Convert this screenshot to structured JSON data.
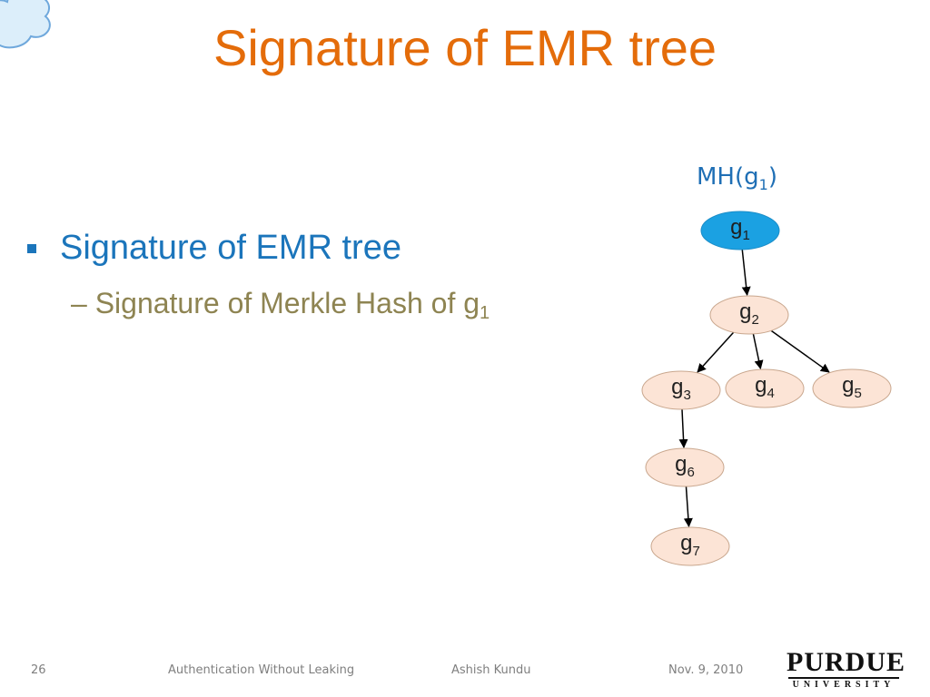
{
  "slide": {
    "title": "Signature of EMR tree",
    "bullets": [
      {
        "text": "Signature of EMR tree",
        "sub": [
          {
            "text": "– Signature of  Merkle Hash of g",
            "subscript": "1"
          }
        ]
      }
    ]
  },
  "diagram": {
    "root_label": {
      "prefix": "MH(g",
      "subscript": "1",
      "suffix": ")"
    },
    "nodes": [
      {
        "id": "g1",
        "base": "g",
        "sub": "1",
        "highlight": true
      },
      {
        "id": "g2",
        "base": "g",
        "sub": "2"
      },
      {
        "id": "g3",
        "base": "g",
        "sub": "3"
      },
      {
        "id": "g4",
        "base": "g",
        "sub": "4"
      },
      {
        "id": "g5",
        "base": "g",
        "sub": "5"
      },
      {
        "id": "g6",
        "base": "g",
        "sub": "6"
      },
      {
        "id": "g7",
        "base": "g",
        "sub": "7"
      }
    ],
    "edges": [
      [
        "g1",
        "g2"
      ],
      [
        "g2",
        "g3"
      ],
      [
        "g2",
        "g4"
      ],
      [
        "g2",
        "g5"
      ],
      [
        "g3",
        "g6"
      ],
      [
        "g6",
        "g7"
      ]
    ]
  },
  "footer": {
    "page": "26",
    "title": "Authentication  Without Leaking",
    "author": "Ashish Kundu",
    "date": "Nov. 9, 2010"
  },
  "logo": {
    "word": "PURDUE",
    "sub": "UNIVERSITY"
  },
  "colors": {
    "title": "#E46C0A",
    "bullet": "#1B75BB",
    "subbullet": "#8E8452",
    "node_fill": "#FCE4D6",
    "node_highlight": "#1BA1E2",
    "node_stroke": "#C9A78E"
  }
}
